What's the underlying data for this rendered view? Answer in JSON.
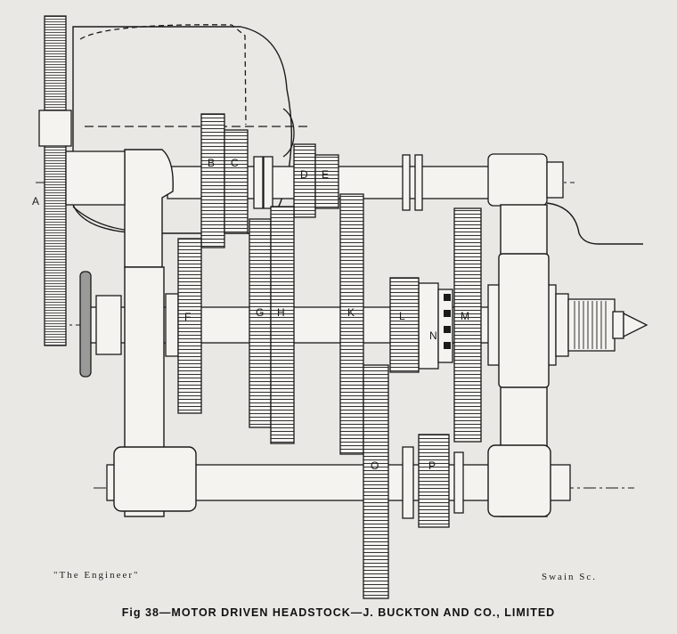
{
  "figure": {
    "caption": "Fig 38—MOTOR DRIVEN HEADSTOCK—J. BUCKTON AND CO., LIMITED",
    "credit_left": "\"The Engineer\"",
    "credit_right": "Swain Sc.",
    "gear_labels": [
      "A",
      "B",
      "C",
      "D",
      "E",
      "F",
      "G",
      "H",
      "K",
      "L",
      "M",
      "N",
      "O",
      "P"
    ]
  }
}
